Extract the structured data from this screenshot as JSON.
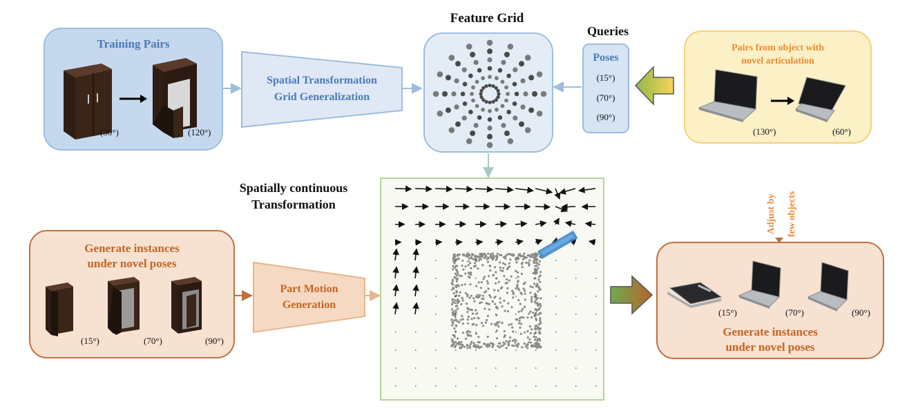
{
  "feature_grid": {
    "title": "Feature Grid"
  },
  "queries": {
    "title": "Queries",
    "poses_title": "Poses",
    "poses": [
      "(15°)",
      "(70°)",
      "(90°)"
    ]
  },
  "training": {
    "title": "Training Pairs",
    "angle_a": "(30°)",
    "angle_b": "(120°)"
  },
  "spatial_module": {
    "line1": "Spatial Transformation",
    "line2": "Grid Generalization"
  },
  "novel_pairs": {
    "line1": "Pairs from object with",
    "line2": "novel articulation",
    "angle_a": "(130°)",
    "angle_b": "(60°)"
  },
  "continuous": {
    "line1": "Spatially continuous",
    "line2": "Transformation"
  },
  "generate_left": {
    "line1": "Generate instances",
    "line2": "under novel poses",
    "angles": [
      "(15°)",
      "(70°)",
      "(90°)"
    ]
  },
  "part_motion": {
    "line1": "Part Motion",
    "line2": "Generation"
  },
  "adjust": {
    "line1": "Adjust by",
    "line2": "few objects"
  },
  "generate_right": {
    "line1": "Generate instances",
    "line2": "under novel poses",
    "angles": [
      "(15°)",
      "(70°)",
      "(90°)"
    ]
  },
  "colors": {
    "blue_fill": "#c5d8ee",
    "blue_text": "#4a7ab8",
    "orange_text": "#c56422",
    "orange_fill": "#f7e1d1",
    "yellow_fill": "#fbf0c6",
    "yellow_text": "#ee8a2e",
    "field_border": "#b5d39b"
  }
}
